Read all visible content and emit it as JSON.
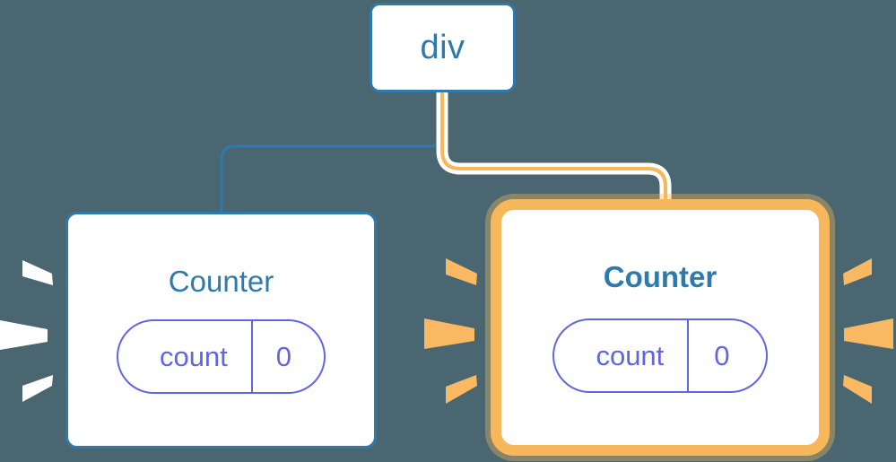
{
  "theme": {
    "background": "#4A6670",
    "box_fill": "#FFFFFF",
    "blue": "#2E7AAD",
    "amber": "#F7B85C",
    "amber_glow": "#FBDCAC",
    "purple": "#6166DF",
    "ray_white": "#FFFFFF"
  },
  "diagram": {
    "type": "component-tree",
    "root": {
      "label": "div"
    },
    "children": [
      {
        "id": "counter-left",
        "title": "Counter",
        "highlighted": false,
        "emphasis": "normal",
        "state": {
          "key": "count",
          "value": "0"
        },
        "rays": {
          "left": {
            "color": "#FFFFFF",
            "count": 3
          },
          "right": {
            "color": "#F7B85C",
            "count": 3
          }
        }
      },
      {
        "id": "counter-right",
        "title": "Counter",
        "highlighted": true,
        "emphasis": "bold",
        "state": {
          "key": "count",
          "value": "0"
        },
        "rays": {
          "left": {
            "color": "#F7B85C",
            "count": 3
          },
          "right": {
            "color": "#F7B85C",
            "count": 3
          }
        }
      }
    ],
    "edges": [
      {
        "name": "edge-div-to-counter-left",
        "from": "div",
        "to": "counter-left",
        "color": "#2E7AAD",
        "highlighted": false
      },
      {
        "name": "edge-div-to-counter-right",
        "from": "div",
        "to": "counter-right",
        "color": "#F7B85C",
        "highlighted": true
      }
    ]
  }
}
